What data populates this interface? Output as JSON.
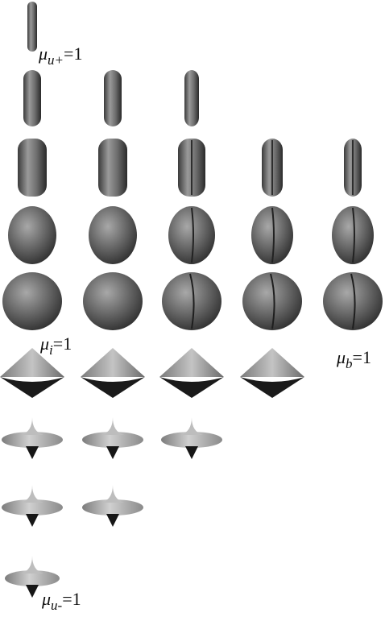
{
  "labels": {
    "mu_u_plus": {
      "symbol": "μ",
      "subscript": "u+",
      "value": "=1"
    },
    "mu_i": {
      "symbol": "μ",
      "subscript": "i",
      "value": "=1"
    },
    "mu_b": {
      "symbol": "μ",
      "subscript": "b",
      "value": "=1"
    },
    "mu_u_minus": {
      "symbol": "μ",
      "subscript": "u-",
      "value": "=1"
    }
  },
  "colors": {
    "background": "#ffffff",
    "surface_light": "#bdbdbd",
    "surface_mid": "#7a7a7a",
    "surface_dark": "#2a2a2a",
    "label_text": "#111111"
  },
  "shape_grid": {
    "row_counts": [
      1,
      3,
      5,
      5,
      5,
      4,
      3,
      2,
      1
    ],
    "row_shapes": [
      "thin-cylinder",
      "capsule",
      "rounded-box",
      "rounded-ellipsoid",
      "sphere-to-wedge",
      "double-cone",
      "spiked-disc",
      "spiked-disc",
      "spiked-disc"
    ]
  }
}
